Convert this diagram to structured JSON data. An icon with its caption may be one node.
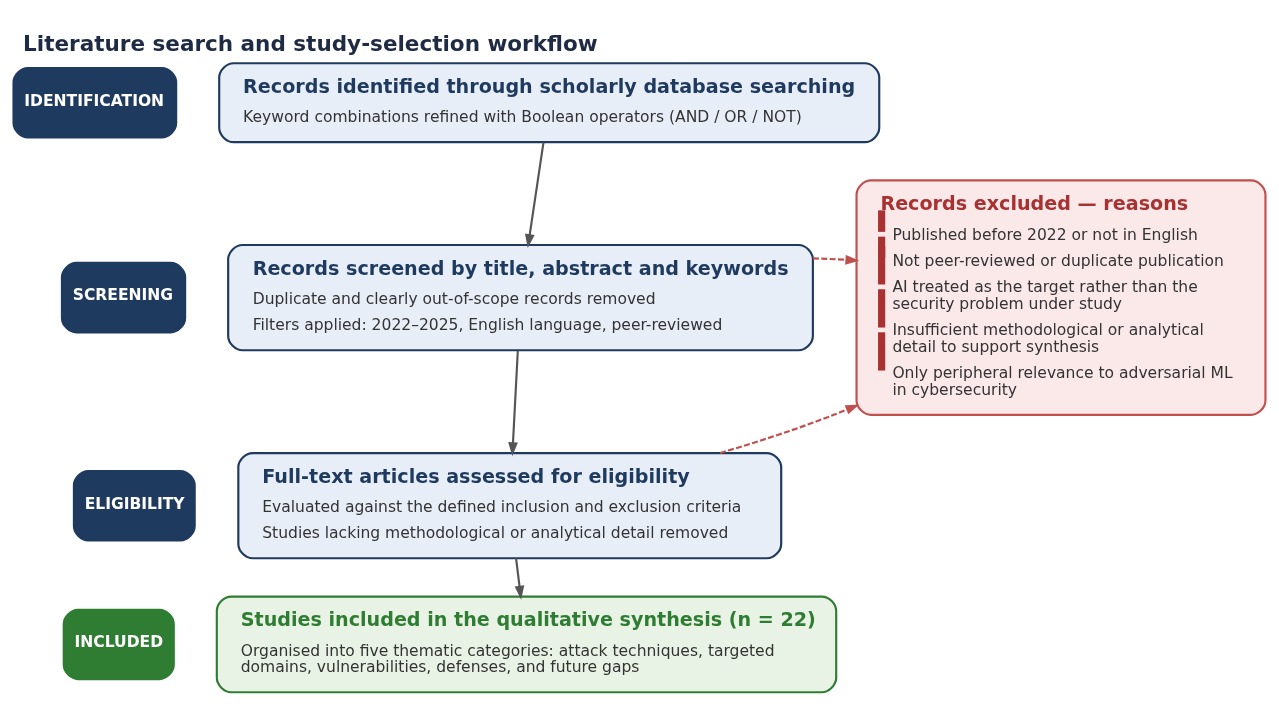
{
  "diagram": {
    "title": "Literature search and study-selection workflow",
    "nodes": [
      {
        "text": [
          "IDENTIFICATION"
        ]
      },
      {
        "text": [
          "Records identified through scholarly database searching",
          "Keyword combinations refined with Boolean operators (AND / OR / NOT)"
        ]
      },
      {
        "text": [
          "SCREENING"
        ]
      },
      {
        "text": [
          "Records screened by title, abstract and keywords",
          "Duplicate and clearly out-of-scope records removed",
          "Filters applied: 2022–2025, English language, peer-reviewed"
        ]
      },
      {
        "text": [
          "Records excluded — reasons",
          "Published before 2022 or not in English",
          "Not peer-reviewed or duplicate publication",
          "AI treated as the target rather than the security problem under study",
          "Insufficient methodological or analytical detail to support synthesis",
          "Only peripheral relevance to adversarial ML in cybersecurity"
        ]
      },
      {
        "text": [
          "ELIGIBILITY"
        ]
      },
      {
        "text": [
          "Full-text articles assessed for eligibility",
          "Evaluated against the defined inclusion and exclusion criteria",
          "Studies lacking methodological or analytical detail removed"
        ]
      },
      {
        "text": [
          "INCLUDED"
        ]
      },
      {
        "text": [
          "Studies included in the qualitative synthesis (n = 22)",
          "Organised into five thematic categories: attack techniques, targeted domains, vulnerabilities, defenses, and future gaps"
        ]
      }
    ],
    "edges": [
      {
        "from": 1,
        "to": 3,
        "arrow": "to"
      },
      {
        "from": 3,
        "to": 6,
        "arrow": "to"
      },
      {
        "from": 6,
        "to": 8,
        "arrow": "to"
      },
      {
        "from": 3,
        "to": 4,
        "arrow": "to",
        "style": "dashed",
        "color": "#c0504d"
      },
      {
        "from": 6,
        "to": 4,
        "arrow": "to",
        "style": "dashed",
        "color": "#c0504d"
      }
    ]
  }
}
